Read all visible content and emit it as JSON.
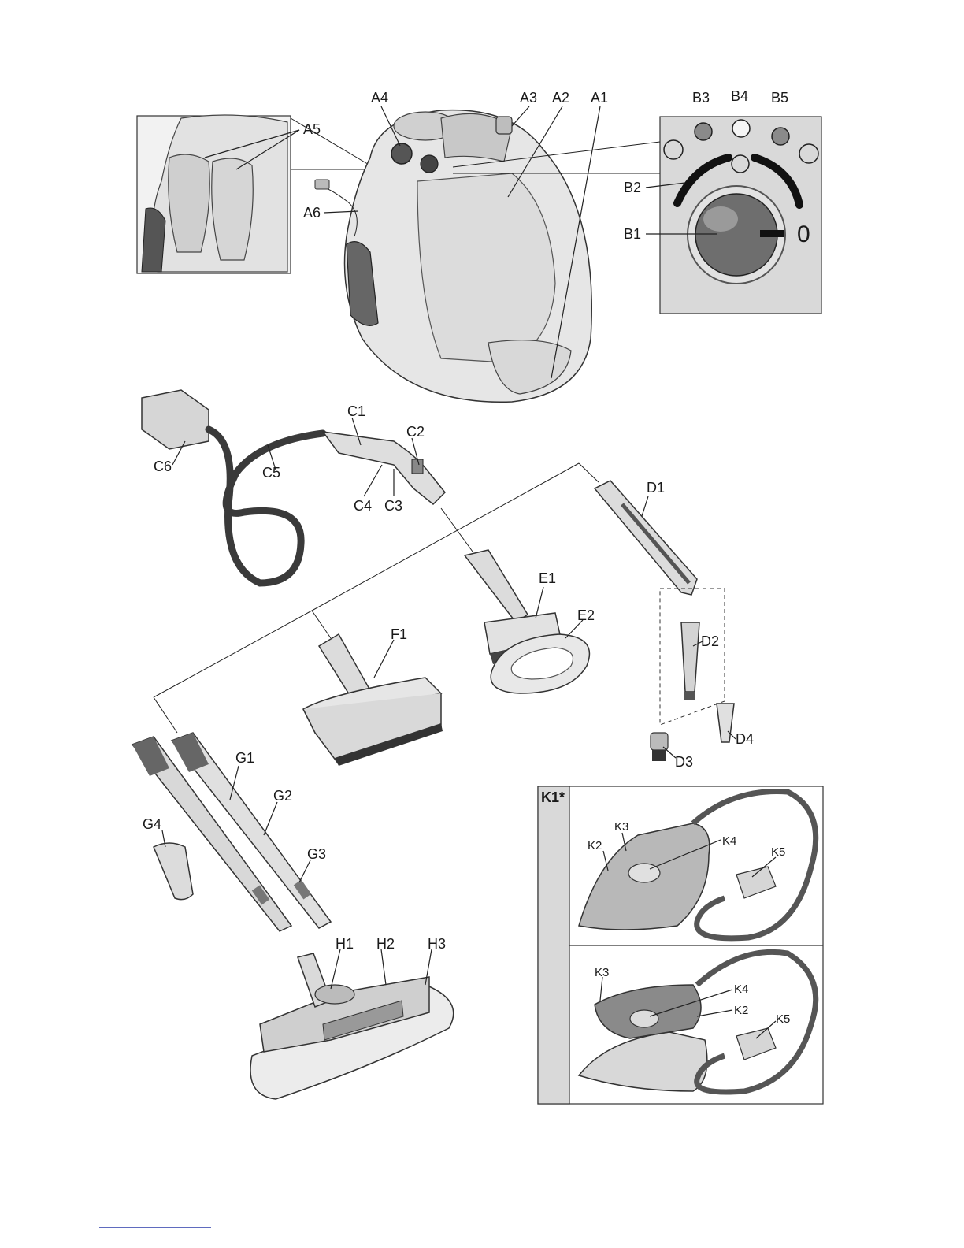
{
  "labels": {
    "A1": "A1",
    "A2": "A2",
    "A3": "A3",
    "A4": "A4",
    "A5": "A5",
    "A6": "A6",
    "B1": "B1",
    "B2": "B2",
    "B3": "B3",
    "B4": "B4",
    "B5": "B5",
    "B0": "0",
    "C1": "C1",
    "C2": "C2",
    "C3": "C3",
    "C4": "C4",
    "C5": "C5",
    "C6": "C6",
    "D1": "D1",
    "D2": "D2",
    "D3": "D3",
    "D4": "D4",
    "E1": "E1",
    "E2": "E2",
    "F1": "F1",
    "G1": "G1",
    "G2": "G2",
    "G3": "G3",
    "G4": "G4",
    "H1": "H1",
    "H2": "H2",
    "H3": "H3",
    "K1": "K1*",
    "K2a": "K2",
    "K3a": "K3",
    "K4a": "K4",
    "K5a": "K5",
    "K2b": "K2",
    "K3b": "K3",
    "K4b": "K4",
    "K5b": "K5"
  },
  "colors": {
    "panel": "#d9d9d9",
    "body": "#e6e6e6",
    "dark": "#555555"
  }
}
